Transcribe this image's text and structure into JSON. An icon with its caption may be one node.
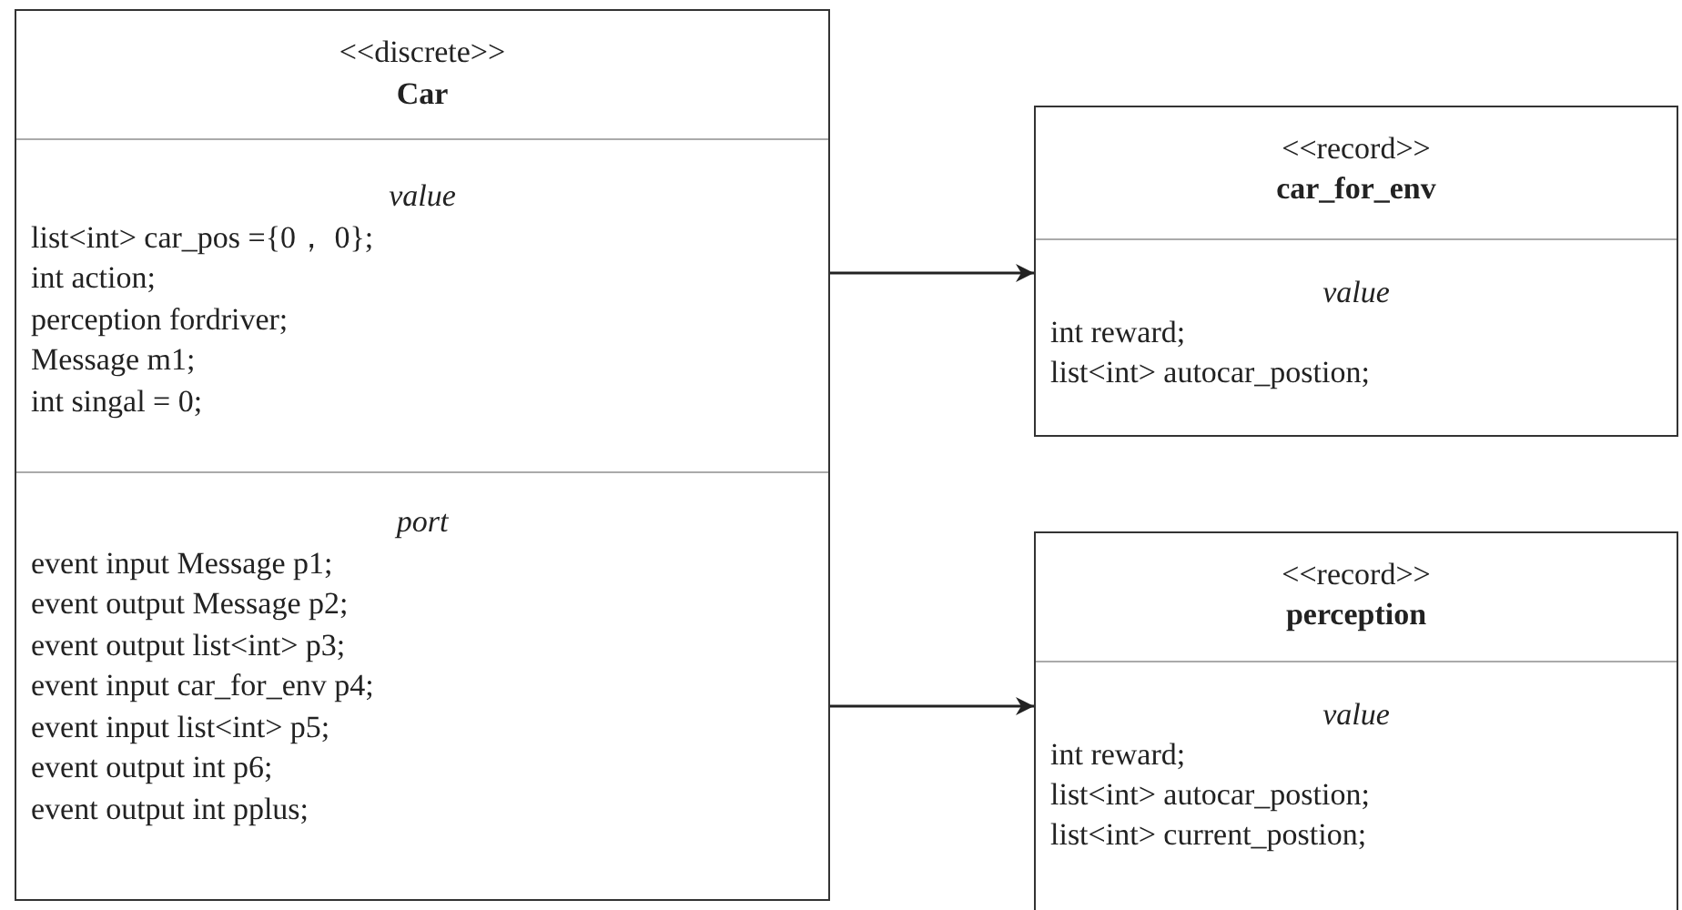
{
  "diagram": {
    "nodes": [
      {
        "text": [
          "<<discrete>>",
          "Car",
          "value",
          "list<int> car_pos ={0， 0};",
          "int action;",
          "perception fordriver;",
          "Message m1;",
          "int singal = 0;",
          "port",
          "event input Message p1;",
          "event output Message p2;",
          "event output list<int> p3;",
          "event input car_for_env p4;",
          "event input list<int> p5;",
          "event output int p6;",
          "event output int pplus;"
        ]
      },
      {
        "text": [
          "<<record>>",
          "car_for_env",
          "value",
          "int reward;",
          "list<int> autocar_postion;"
        ]
      },
      {
        "text": [
          "<<record>>",
          "perception",
          "value",
          "int reward;",
          "list<int> autocar_postion;",
          "list<int> current_postion;"
        ]
      }
    ],
    "edges": [
      {
        "from": 0,
        "to": 1,
        "arrow": "to"
      },
      {
        "from": 0,
        "to": 2,
        "arrow": "to"
      }
    ]
  }
}
